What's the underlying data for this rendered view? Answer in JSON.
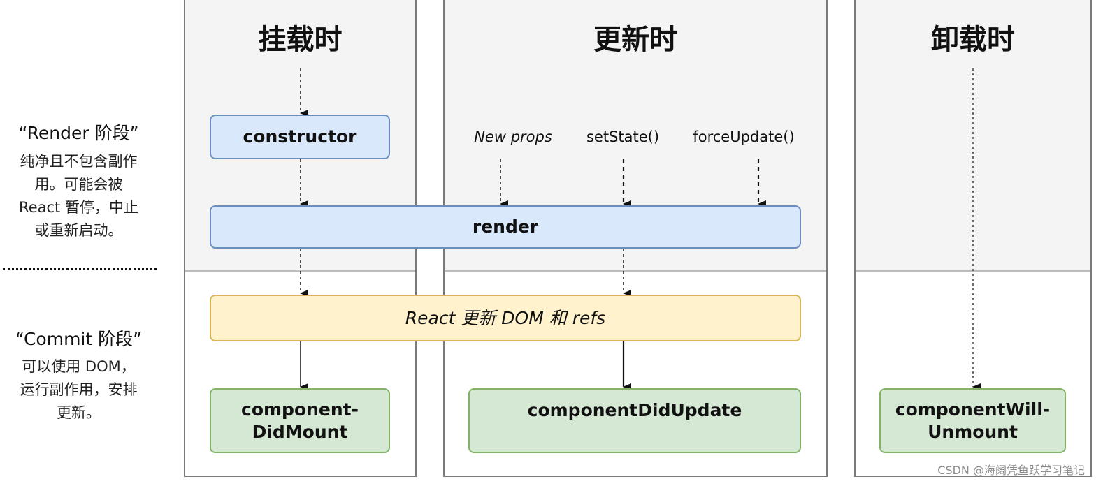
{
  "phases": {
    "render": {
      "heading": "“Render 阶段”",
      "description": [
        "纯净且不包含副作",
        "用。可能会被",
        "React 暂停，中止",
        "或重新启动。"
      ]
    },
    "commit": {
      "heading": "“Commit 阶段”",
      "description": [
        "可以使用 DOM，",
        "运行副作用，安排",
        "更新。"
      ]
    }
  },
  "columns": {
    "mount": {
      "title": "挂载时"
    },
    "update": {
      "title": "更新时"
    },
    "unmount": {
      "title": "卸载时"
    }
  },
  "triggers": {
    "new_props": "New props",
    "set_state": "setState()",
    "force_update": "forceUpdate()"
  },
  "nodes": {
    "constructor": "constructor",
    "render": "render",
    "react_updates_dom": "React 更新 DOM 和 refs",
    "component_did_mount": [
      "component-",
      "DidMount"
    ],
    "component_did_update": "componentDidUpdate",
    "component_will_unmount": [
      "componentWill-",
      "Unmount"
    ]
  },
  "colors": {
    "render_phase_node_fill": "#dae8fc",
    "render_phase_node_border": "#6c8ebf",
    "dom_update_fill": "#fff2cc",
    "dom_update_border": "#d6b656",
    "commit_node_fill": "#d5e8d4",
    "commit_node_border": "#82b366",
    "column_background": "#f4f4f4"
  },
  "watermark": "CSDN @海阔凭鱼跃学习笔记"
}
